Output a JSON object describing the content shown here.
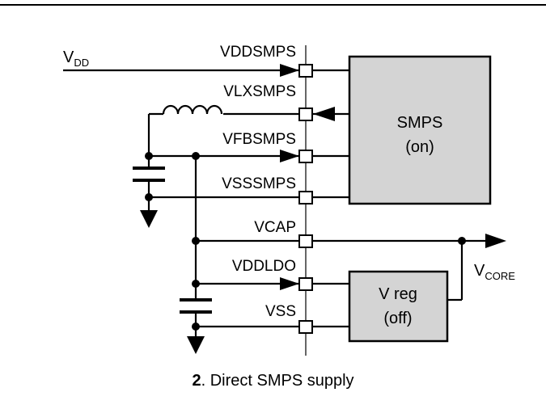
{
  "pins": {
    "vddsmps": "VDDSMPS",
    "vlxsmps": "VLXSMPS",
    "vfbsmps": "VFBSMPS",
    "vsssmps": "VSSSMPS",
    "vcap": "VCAP",
    "vddldo": "VDDLDO",
    "vss": "VSS"
  },
  "nets": {
    "vdd_main": "V",
    "vdd_sub": "DD",
    "vcore_main": "V",
    "vcore_sub": "CORE"
  },
  "blocks": {
    "smps_line1": "SMPS",
    "smps_line2": "(on)",
    "vreg_line1": "V reg",
    "vreg_line2": "(off)"
  },
  "caption": {
    "number": "2",
    "text": ". Direct SMPS supply"
  }
}
